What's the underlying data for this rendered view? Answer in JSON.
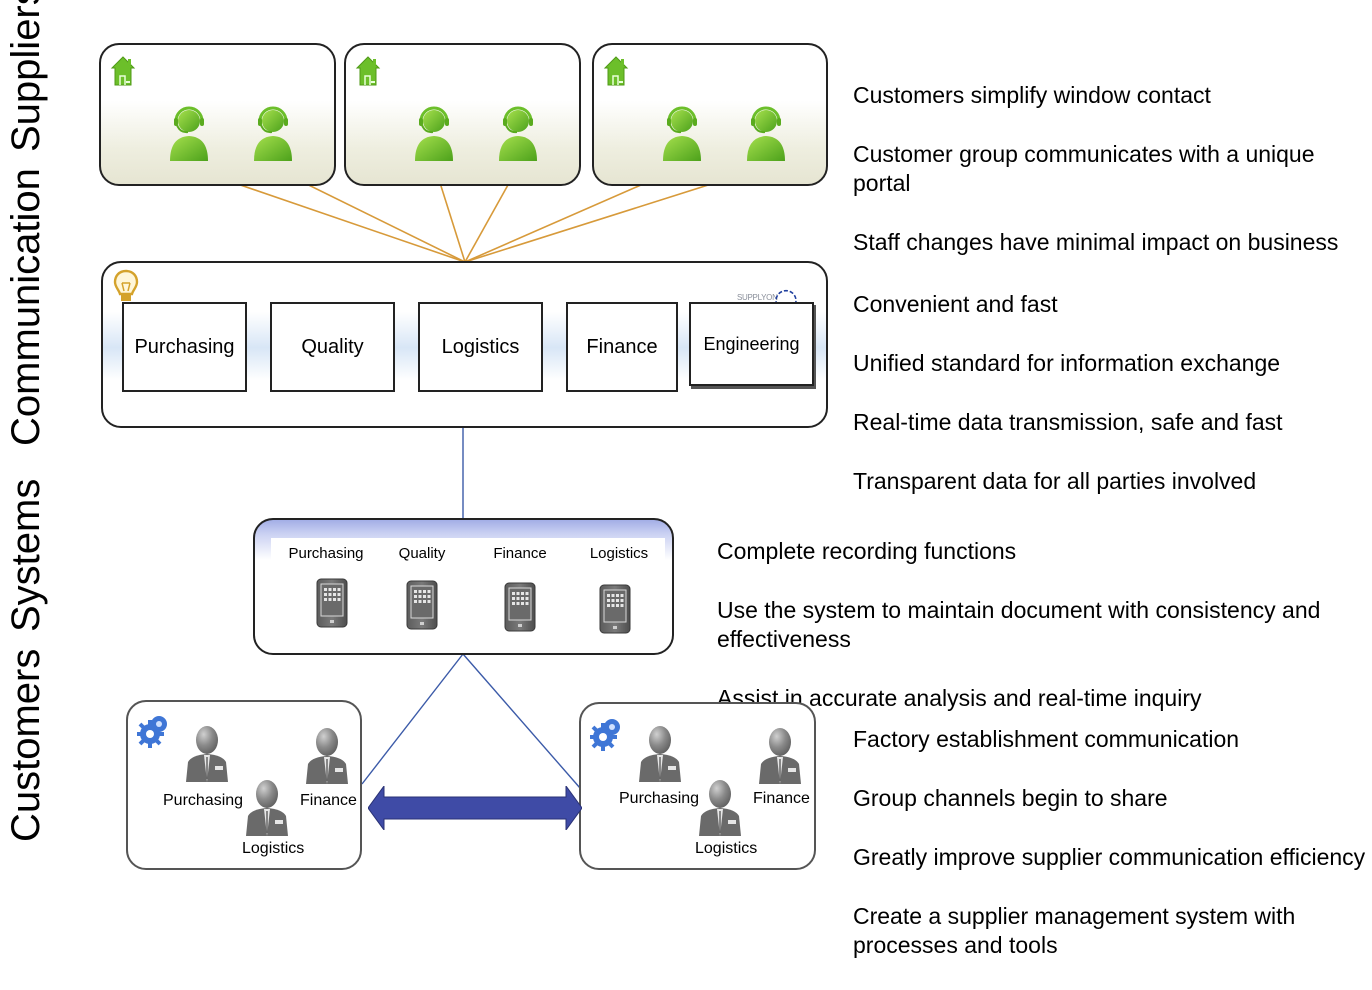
{
  "layers": {
    "suppliers": "Suppliers",
    "communication": "Communication",
    "systems": "Systems",
    "customers": "Customers"
  },
  "suppliers": {
    "icon": "house-icon",
    "person_icon": "headset-person-icon",
    "cards": [
      {
        "agents": 2
      },
      {
        "agents": 2
      },
      {
        "agents": 2
      }
    ],
    "connector_color": "#d79a3a",
    "description": [
      "Customers simplify window contact",
      "Customer group communicates with a unique portal",
      "Staff changes have minimal impact on business"
    ]
  },
  "communication": {
    "icon": "lightbulb-icon",
    "logo_text": "SUPPLYON",
    "departments": [
      "Purchasing",
      "Quality",
      "Logistics",
      "Finance",
      "Engineering"
    ],
    "description": [
      "Convenient and fast",
      "Unified standard for information exchange",
      "Real-time data transmission, safe and fast",
      "Transparent data for all parties involved"
    ]
  },
  "systems": {
    "modules": [
      "Purchasing",
      "Quality",
      "Finance",
      "Logistics"
    ],
    "module_icon": "tablet-icon",
    "connector_color": "#3b5aa8",
    "description": [
      "Complete recording functions",
      "Use the system to maintain document with consistency and effectiveness",
      "Assist in accurate analysis and real-time inquiry"
    ]
  },
  "customers": {
    "icon": "gears-icon",
    "factories": [
      {
        "people": [
          "Purchasing",
          "Finance",
          "Logistics"
        ]
      },
      {
        "people": [
          "Purchasing",
          "Finance",
          "Logistics"
        ]
      }
    ],
    "arrow_color": "#3f4ba6",
    "description": [
      "Factory establishment communication",
      "Group channels begin to share",
      "Greatly improve supplier communication efficiency",
      "Create a supplier management system with processes and tools"
    ]
  }
}
